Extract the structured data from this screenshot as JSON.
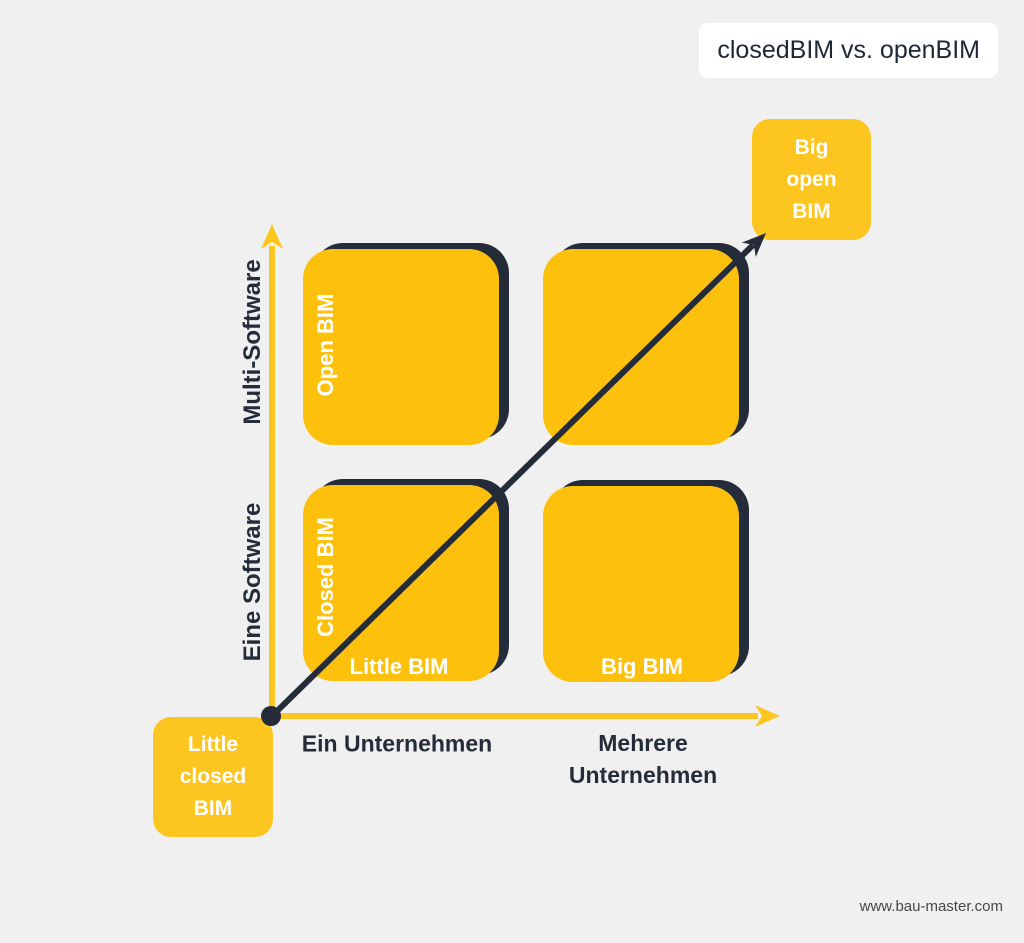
{
  "title": "closedBIM vs. openBIM",
  "quadrants": {
    "open_bim": "Open BIM",
    "closed_bim": "Closed BIM",
    "little_bim": "Little BIM",
    "big_bim": "Big BIM"
  },
  "axes": {
    "y_upper": "Multi-Software",
    "y_lower": "Eine Software",
    "x_left": "Ein Unternehmen",
    "x_right": "Mehrere Unternehmen"
  },
  "boxes": {
    "origin": [
      "Little",
      "closed",
      "BIM"
    ],
    "apex": [
      "Big",
      "open",
      "BIM"
    ]
  },
  "footer": "www.bau-master.com",
  "colors": {
    "background": "#f0f0f1",
    "square_yellow": "#fdc10d",
    "accent_yellow": "#fcc51f",
    "dark": "#242c39",
    "title_text": "#202836",
    "footer_text": "#474747",
    "white": "#ffffff"
  }
}
